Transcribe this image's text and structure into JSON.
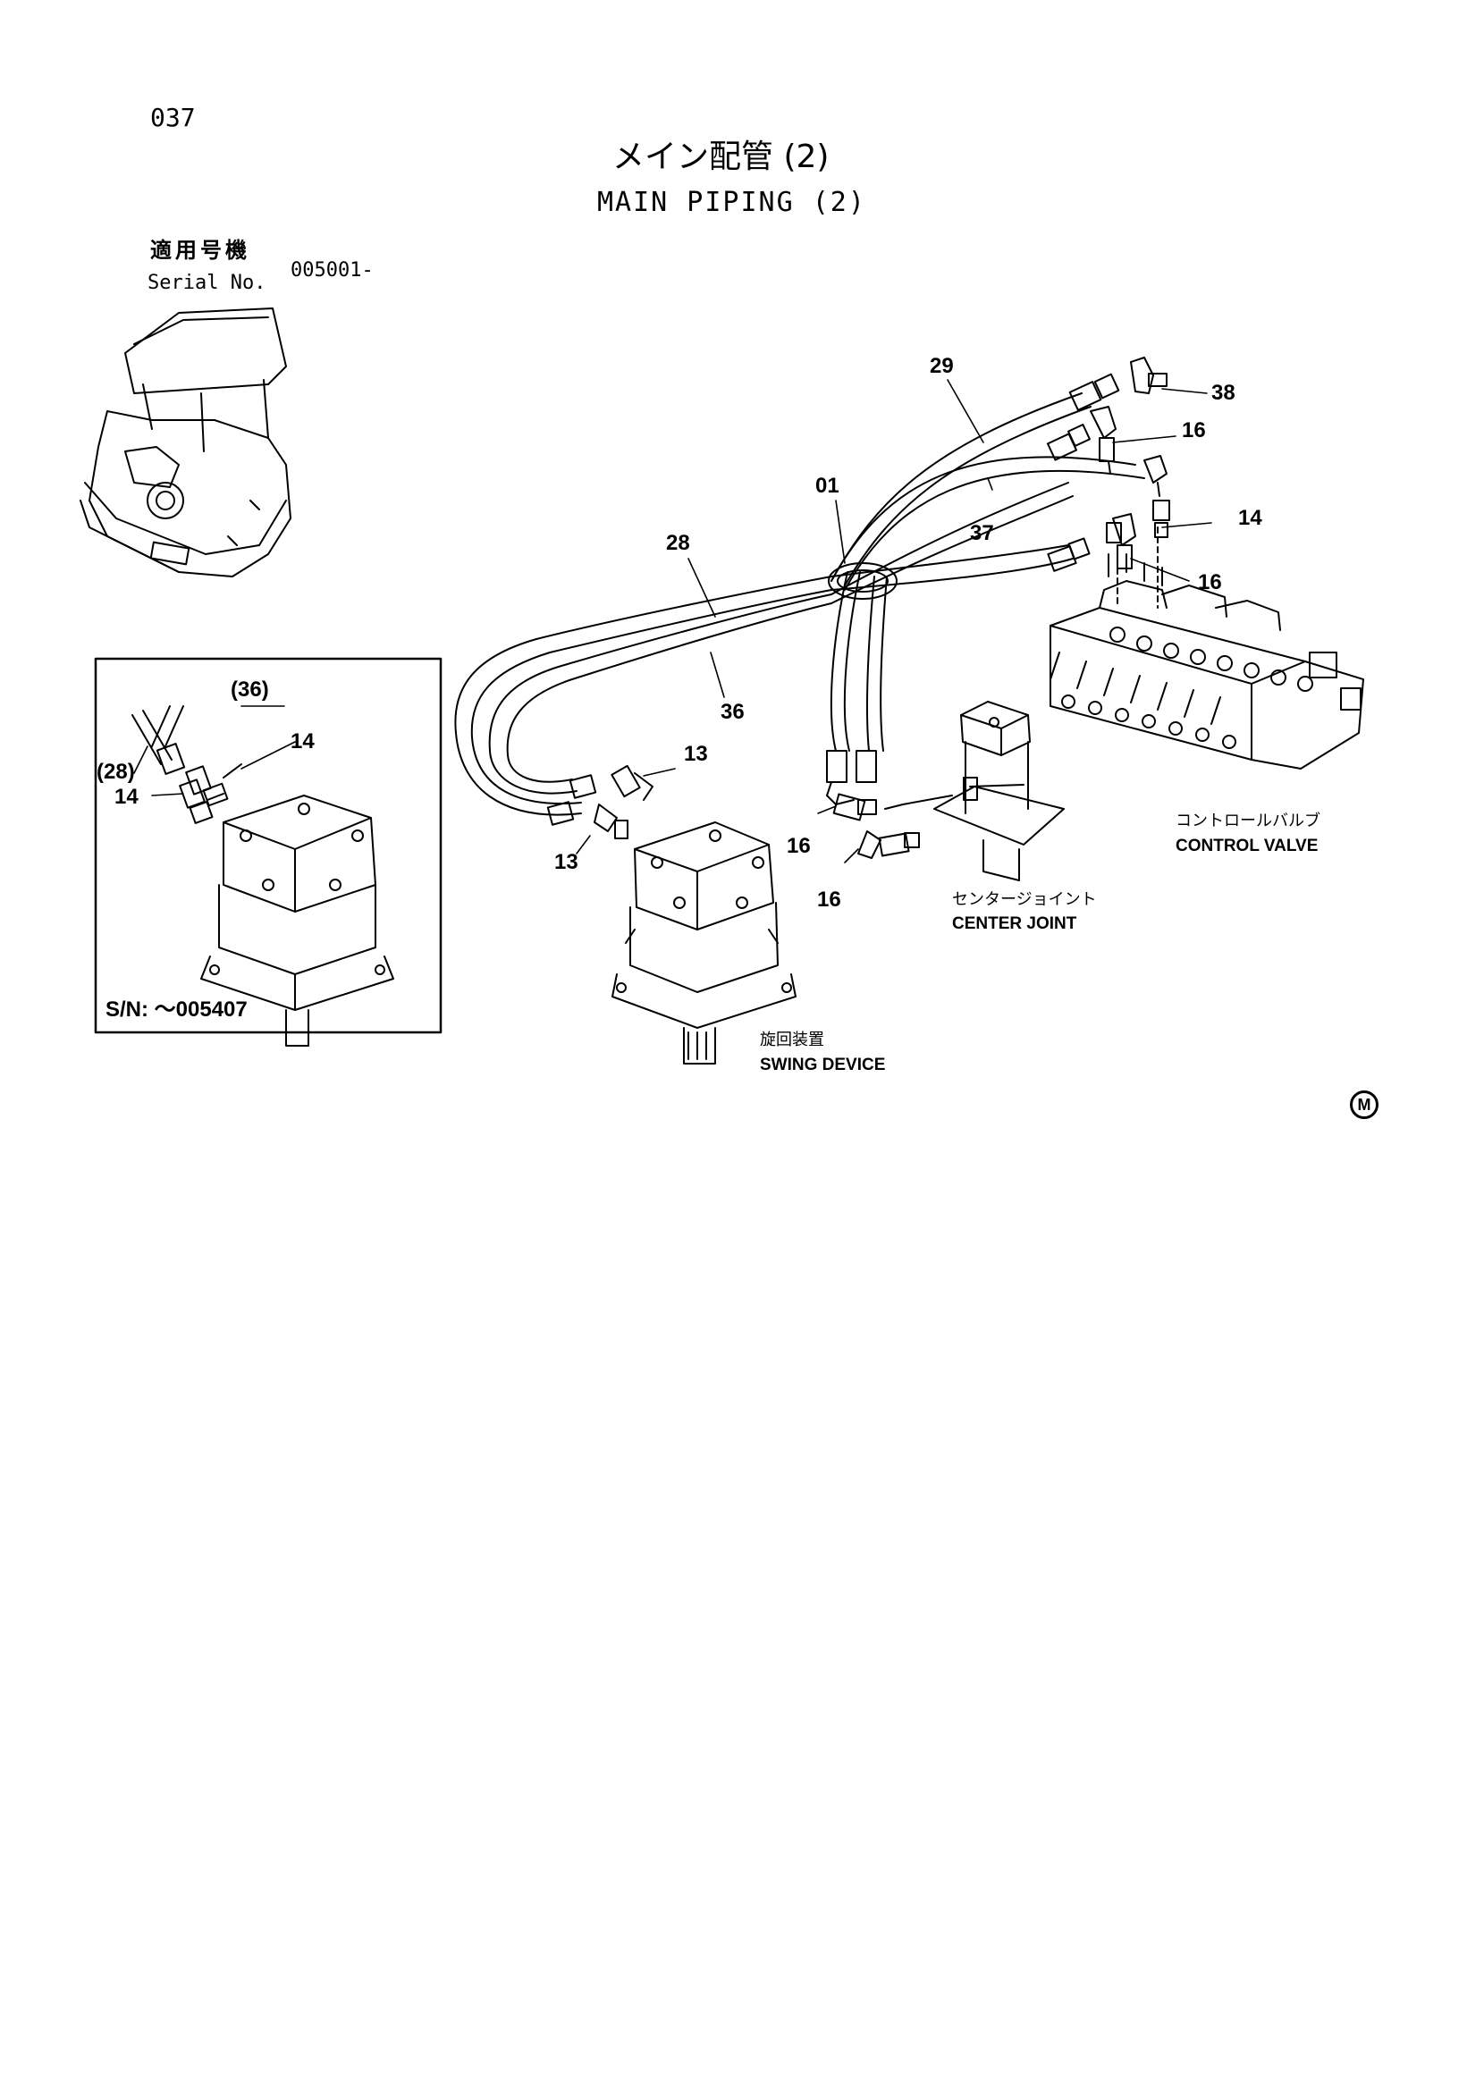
{
  "page_number": "037",
  "title_jp": "メイン配管 (2)",
  "title_en": "MAIN PIPING (2)",
  "serial": {
    "label_jp": "適用号機",
    "label_en": "Serial No.",
    "value": "005001-"
  },
  "inset": {
    "caption": "S/N: ～005407",
    "labels": [
      "(36)",
      "14",
      "(28)",
      "14"
    ]
  },
  "callouts": [
    "29",
    "38",
    "16",
    "01",
    "28",
    "37",
    "14",
    "16",
    "36",
    "13",
    "13",
    "16",
    "16"
  ],
  "components": {
    "control_valve": {
      "jp": "コントロールバルブ",
      "en": "CONTROL VALVE"
    },
    "center_joint": {
      "jp": "センタージョイント",
      "en": "CENTER JOINT"
    },
    "swing_device": {
      "jp": "旋回装置",
      "en": "SWING DEVICE"
    }
  },
  "manufacturer_mark": "M"
}
